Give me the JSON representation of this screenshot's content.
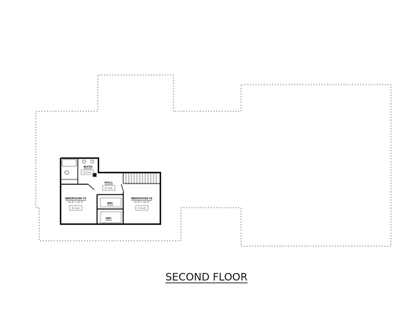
{
  "title": "SECOND FLOOR",
  "colors": {
    "outline": "#8a8a8a",
    "walls": "#111111"
  },
  "rooms": {
    "bath": {
      "label": "BATH",
      "ceiling": "8' CLG"
    },
    "hall": {
      "label": "HALL",
      "ceiling": "8' CLG"
    },
    "bedroom2": {
      "label": "BEDROOM #2",
      "dims": "11'-8\" x 12'-9\"",
      "ceiling": "8' CLG"
    },
    "bedroom3": {
      "label": "BEDROOM #3",
      "dims": "11'-8\" x 12'-9\"",
      "ceiling": "8' CLG"
    },
    "wic1": {
      "label": "WIC"
    },
    "wic2": {
      "label": "WIC"
    }
  }
}
